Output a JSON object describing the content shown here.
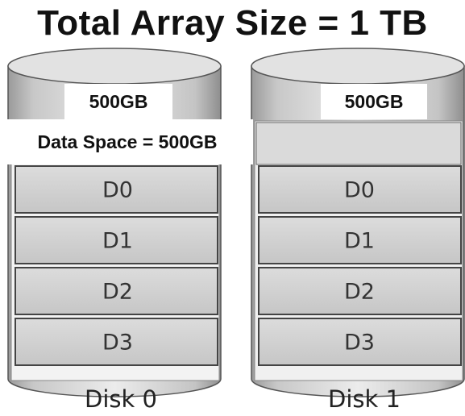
{
  "title": "Total Array Size = 1 TB",
  "data_space_label": "Data Space = 500GB",
  "disks": [
    {
      "name": "Disk 0",
      "size": "500GB",
      "blocks": [
        "D0",
        "D1",
        "D2",
        "D3"
      ]
    },
    {
      "name": "Disk 1",
      "size": "500GB",
      "blocks": [
        "D0",
        "D1",
        "D2",
        "D3"
      ]
    }
  ]
}
